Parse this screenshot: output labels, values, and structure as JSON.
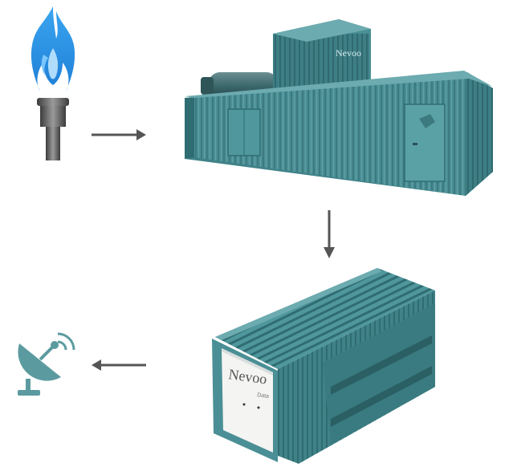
{
  "flow": {
    "steps": [
      {
        "id": "gas",
        "icon": "gas-flame-icon"
      },
      {
        "id": "generator",
        "icon": "generator-container-icon",
        "brand_text": "Nevoo"
      },
      {
        "id": "datacenter",
        "icon": "datacenter-container-icon",
        "brand_text": "Nevoo",
        "brand_sub": "Data"
      },
      {
        "id": "satellite",
        "icon": "satellite-dish-icon"
      }
    ],
    "arrows": [
      {
        "from": "gas",
        "to": "generator",
        "direction": "right"
      },
      {
        "from": "generator",
        "to": "datacenter",
        "direction": "down"
      },
      {
        "from": "datacenter",
        "to": "satellite",
        "direction": "left"
      }
    ]
  },
  "colors": {
    "container": "#4a8f95",
    "container_dark": "#2f6d72",
    "container_light": "#6cabb0",
    "flame_outer": "#3aa5f0",
    "flame_inner": "#bfe4ff",
    "pipe": "#666666",
    "arrow": "#555555",
    "dish": "#5b9ba0"
  }
}
